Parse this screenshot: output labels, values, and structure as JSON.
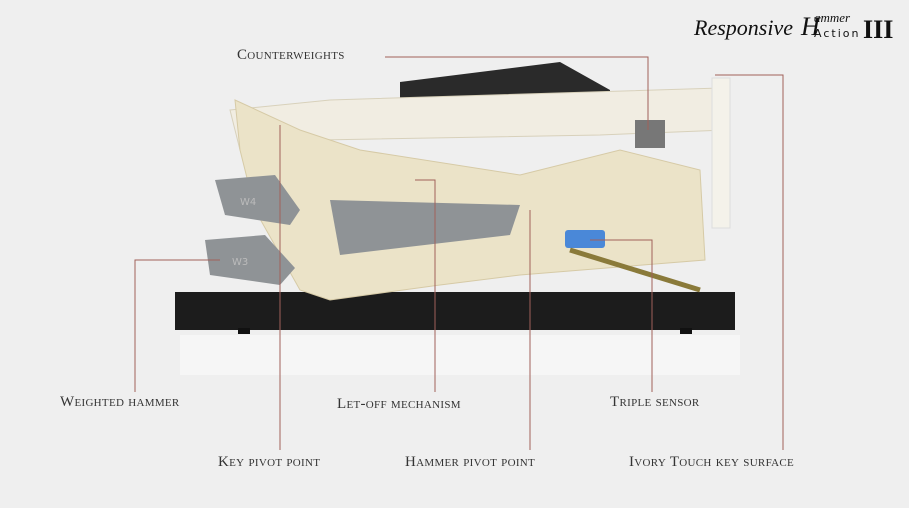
{
  "logo": {
    "responsive": "Responsive",
    "h": "H",
    "hammer": "ammer",
    "action": "Action",
    "numeral": "III"
  },
  "labels": {
    "counterweights": "Counterweights",
    "weighted_hammer": "Weighted hammer",
    "let_off": "Let-off mechanism",
    "triple_sensor": "Triple sensor",
    "key_pivot": "Key pivot point",
    "hammer_pivot": "Hammer pivot point",
    "ivory_touch": "Ivory Touch key surface"
  },
  "hammer_marks": [
    "W4",
    "W3"
  ],
  "colors": {
    "background": "#efefef",
    "leader": "#a0605a",
    "base": "#1c1c1c",
    "body": "#efe9d6",
    "weight": "#8f9396",
    "sensor": "#4a88d8"
  }
}
